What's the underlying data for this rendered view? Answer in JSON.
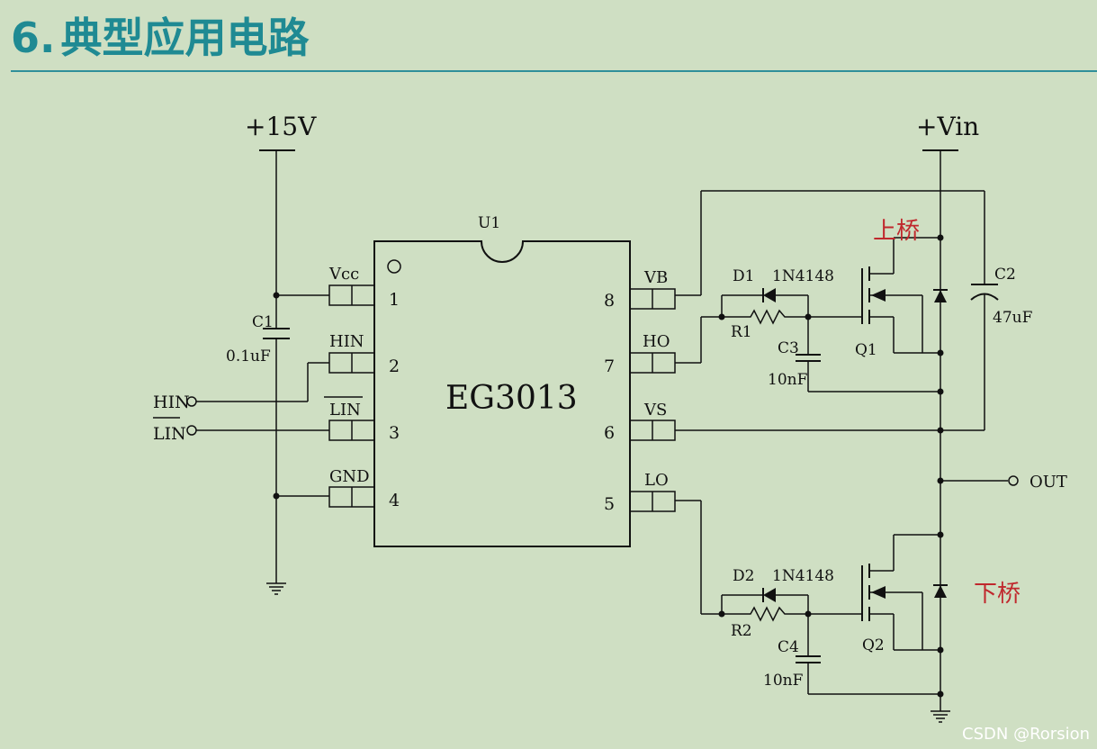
{
  "title": {
    "number": "6.",
    "text": "典型应用电路"
  },
  "power": {
    "left_supply": "+15V",
    "right_supply": "+Vin"
  },
  "ic": {
    "designator": "U1",
    "part": "EG3013"
  },
  "pins": {
    "vcc": {
      "label": "Vcc",
      "num": "1"
    },
    "hin": {
      "label": "HIN",
      "num": "2"
    },
    "lin": {
      "label": "LIN",
      "num": "3"
    },
    "gnd": {
      "label": "GND",
      "num": "4"
    },
    "vb": {
      "label": "VB",
      "num": "8"
    },
    "ho": {
      "label": "HO",
      "num": "7"
    },
    "vs": {
      "label": "VS",
      "num": "6"
    },
    "lo": {
      "label": "LO",
      "num": "5"
    }
  },
  "inputs": {
    "hin": "HIN",
    "lin": "LIN"
  },
  "components": {
    "c1": {
      "name": "C1",
      "value": "0.1uF"
    },
    "c2": {
      "name": "C2",
      "value": "47uF"
    },
    "c3": {
      "name": "C3",
      "value": "10nF"
    },
    "c4": {
      "name": "C4",
      "value": "10nF"
    },
    "d1": {
      "name": "D1",
      "value": "1N4148"
    },
    "d2": {
      "name": "D2",
      "value": "1N4148"
    },
    "r1": {
      "name": "R1"
    },
    "r2": {
      "name": "R2"
    },
    "q1": {
      "name": "Q1"
    },
    "q2": {
      "name": "Q2"
    }
  },
  "labels": {
    "upper_bridge": "上桥",
    "lower_bridge": "下桥",
    "out": "OUT"
  },
  "colors": {
    "title": "#1f8a93",
    "bridge_label": "#c0282d",
    "background": "#cfdfc3"
  },
  "watermark": "CSDN @Rorsion"
}
